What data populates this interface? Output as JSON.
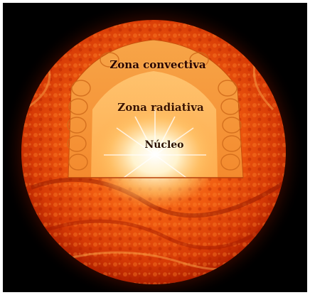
{
  "figure": {
    "labels": {
      "convective_zone": "Zona convectiva",
      "radiative_zone": "Zona radiativa",
      "core": "Núcleo"
    },
    "colors": {
      "background": "#000000",
      "photosphere": "#e8420c",
      "corona": "#ff6a1a",
      "convective_zone": "#f59a3a",
      "radiative_zone": "#ffb45a",
      "core": "#fff6d8"
    }
  }
}
